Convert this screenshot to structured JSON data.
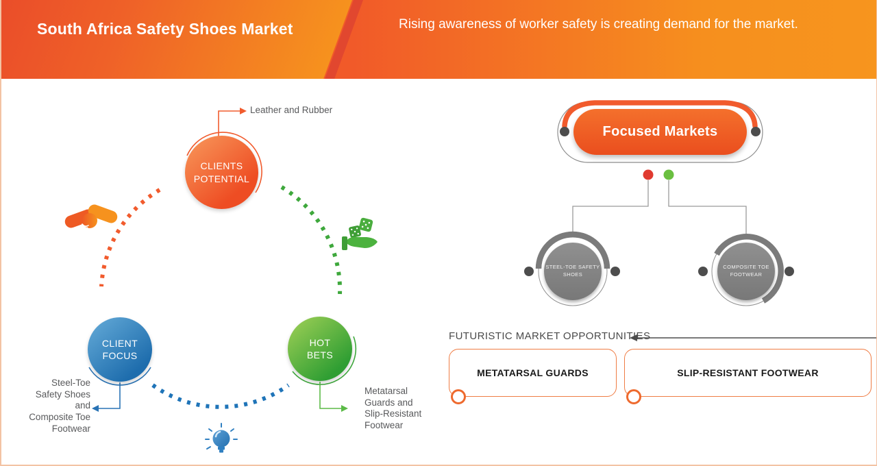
{
  "header": {
    "title": "South Africa Safety Shoes Market",
    "subtitle": "Rising awareness of worker safety is creating demand for the market."
  },
  "left_diagram": {
    "nodes": [
      {
        "id": "clients-potential",
        "label": "CLIENTS\nPOTENTIAL",
        "annotation": "Leather and Rubber",
        "icon": "handshake-icon",
        "color": "#f15b2d"
      },
      {
        "id": "client-focus",
        "label": "CLIENT\nFOCUS",
        "annotation": "Steel-Toe\nSafety Shoes\nand\nComposite Toe\nFootwear",
        "icon": "lightbulb-icon",
        "color": "#2973b5"
      },
      {
        "id": "hot-bets",
        "label": "HOT\nBETS",
        "annotation": "Metatarsal\nGuards and\nSlip-Resistant\nFootwear",
        "icon": "dice-in-hand-icon",
        "color": "#3ea83c"
      }
    ]
  },
  "right_diagram": {
    "title": "Focused Markets",
    "markets": [
      {
        "label": "STEEL-TOE SAFETY\nSHOES"
      },
      {
        "label": "COMPOSITE TOE\nFOOTWEAR"
      }
    ],
    "legend_dots": [
      {
        "name": "red-dot",
        "color": "#e03a2f"
      },
      {
        "name": "green-dot",
        "color": "#6abf40"
      }
    ]
  },
  "opportunities": {
    "heading": "FUTURISTIC MARKET OPPORTUNITIES",
    "items": [
      {
        "label": "METATARSAL GUARDS"
      },
      {
        "label": "SLIP-RESISTANT FOOTWEAR"
      }
    ]
  },
  "icons": [
    "handshake-icon",
    "dice-in-hand-icon",
    "lightbulb-icon"
  ],
  "theme": {
    "colors": {
      "header-left": "#e8452a",
      "header-right": "#f6921e",
      "header-stripe": "#e1472f",
      "orange": "#ee4d23",
      "blue": "#1e6dad",
      "green": "#2f9e33",
      "gray-circle": "#787878",
      "dark-dot": "#4d4d4d",
      "red-dot": "#e03a2f",
      "green-dot": "#6abf40",
      "text-gray": "#58595b",
      "heading-dark": "#4a4a4a",
      "box-border": "#ef7c44",
      "page-border": "#f3c3a4"
    }
  }
}
